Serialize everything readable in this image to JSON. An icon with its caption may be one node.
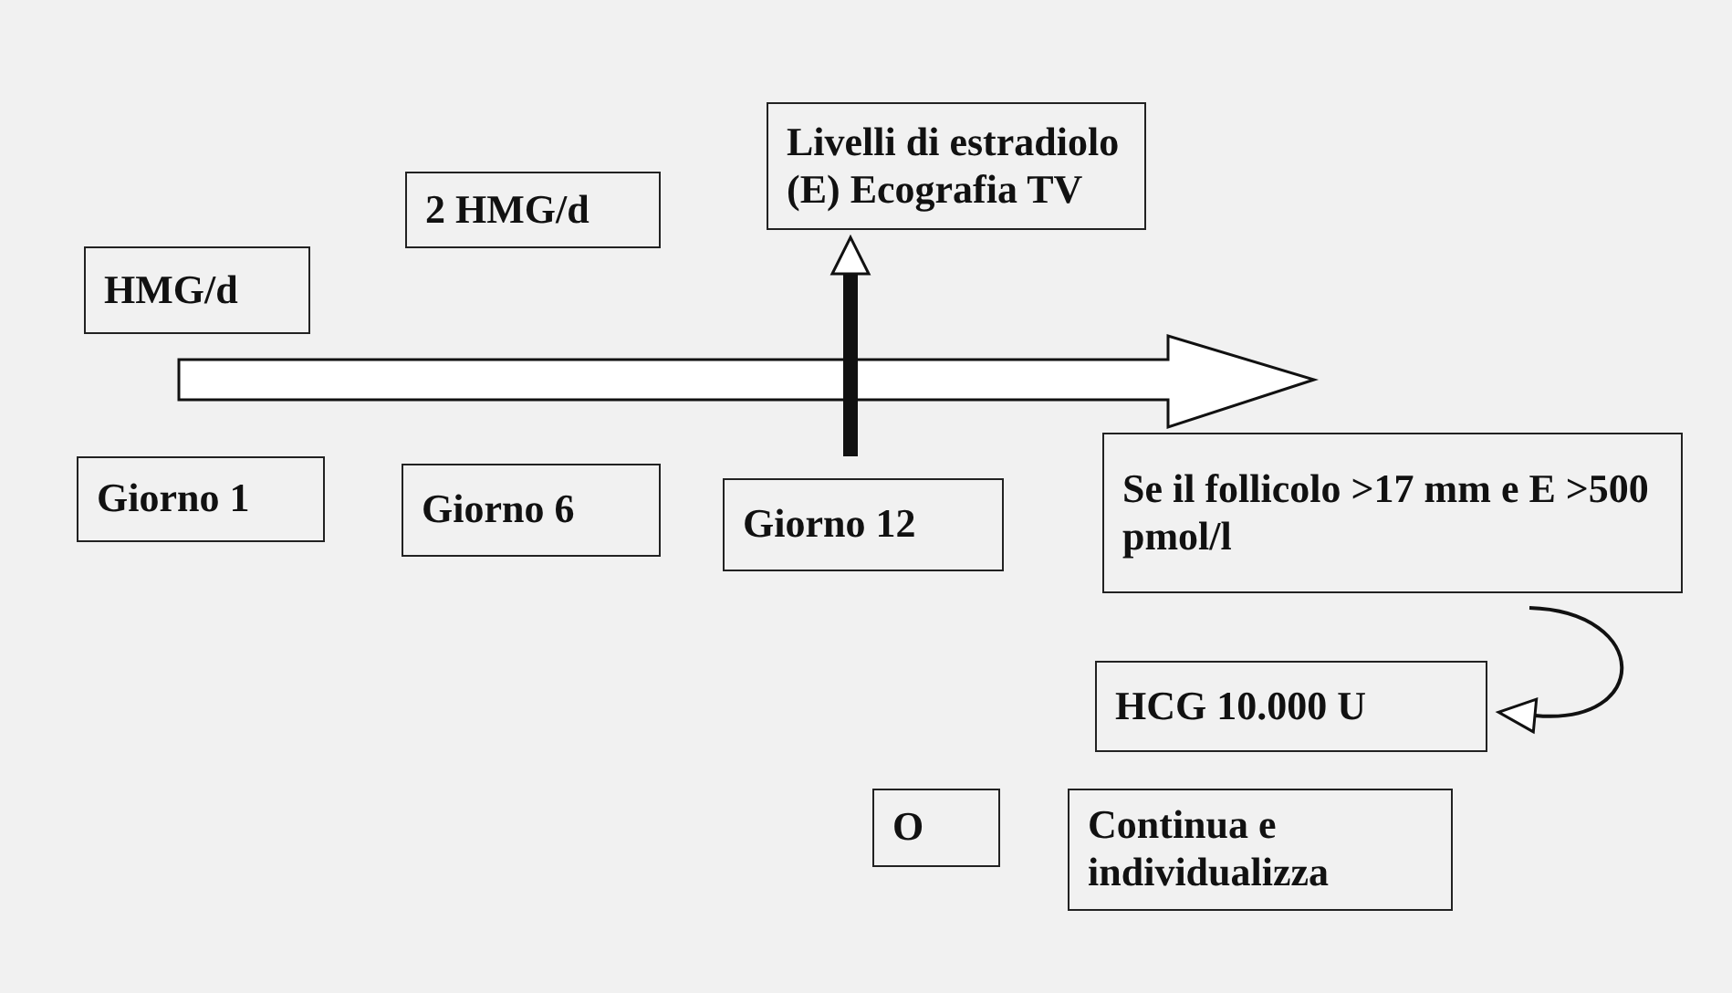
{
  "diagram": {
    "nodes": [
      {
        "text": [
          "HMG/d"
        ]
      },
      {
        "text": [
          "2 HMG/d"
        ]
      },
      {
        "text": [
          "Livelli di estradiolo (E) Ecografia TV"
        ]
      },
      {
        "text": [
          "Giorno 1"
        ]
      },
      {
        "text": [
          "Giorno 6"
        ]
      },
      {
        "text": [
          "Giorno 12"
        ]
      },
      {
        "text": [
          "Se il follicolo >17 mm e E >500 pmol/l"
        ]
      },
      {
        "text": [
          "HCG 10.000 U"
        ]
      },
      {
        "text": [
          "O"
        ]
      },
      {
        "text": [
          "Continua e individualizza"
        ]
      }
    ],
    "edges": [
      {
        "from": 5,
        "to": 2,
        "arrow": "to",
        "style": "thick"
      },
      {
        "from": 6,
        "to": 7,
        "arrow": "to"
      }
    ]
  }
}
